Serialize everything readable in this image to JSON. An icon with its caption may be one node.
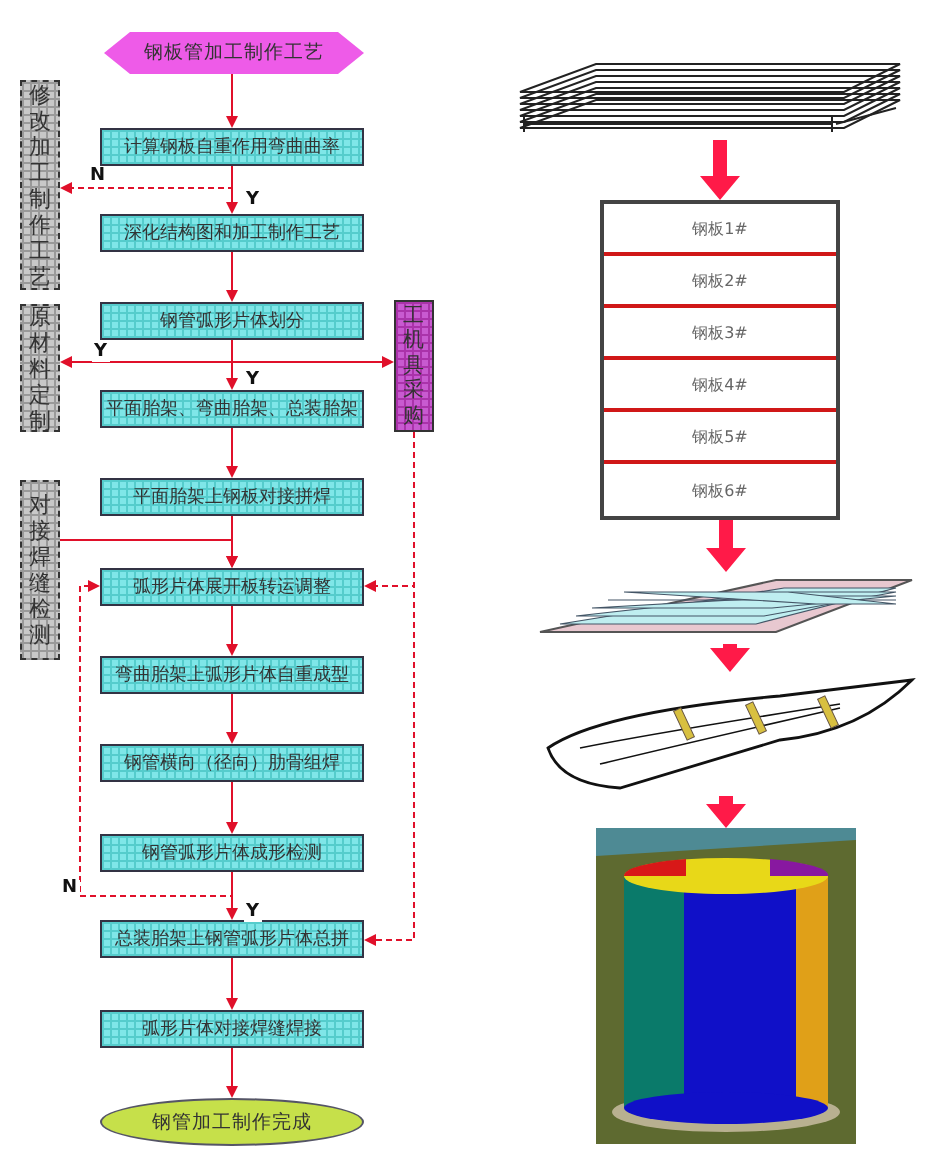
{
  "diagram": {
    "nodes": [
      {
        "text": [
          "钢板管加工制作工艺"
        ]
      },
      {
        "text": [
          "计算钢板自重作用弯曲曲率"
        ]
      },
      {
        "text": [
          "修改加工制作工艺"
        ]
      },
      {
        "text": [
          "深化结构图和加工制作工艺"
        ]
      },
      {
        "text": [
          "钢管弧形片体划分"
        ]
      },
      {
        "text": [
          "原材料定制"
        ]
      },
      {
        "text": [
          "工机具采购"
        ]
      },
      {
        "text": [
          "平面胎架、弯曲胎架、总装胎架"
        ]
      },
      {
        "text": [
          "平面胎架上钢板对接拼焊"
        ]
      },
      {
        "text": [
          "对接焊缝检测"
        ]
      },
      {
        "text": [
          "弧形片体展开板转运调整"
        ]
      },
      {
        "text": [
          "弯曲胎架上弧形片体自重成型"
        ]
      },
      {
        "text": [
          "钢管横向（径向）肋骨组焊"
        ]
      },
      {
        "text": [
          "钢管弧形片体成形检测"
        ]
      },
      {
        "text": [
          "总装胎架上钢管弧形片体总拼"
        ]
      },
      {
        "text": [
          "弧形片体对接焊缝焊接"
        ]
      },
      {
        "text": [
          "钢管加工制作完成"
        ]
      },
      {
        "text": [],
        "shape": "picture"
      },
      {
        "text": [],
        "shape": "box"
      },
      {
        "text": [
          "钢板1#"
        ],
        "in": 18
      },
      {
        "text": [
          "钢板2#"
        ],
        "in": 18
      },
      {
        "text": [
          "钢板3#"
        ],
        "in": 18
      },
      {
        "text": [
          "钢板4#"
        ],
        "in": 18
      },
      {
        "text": [
          "钢板5#"
        ],
        "in": 18
      },
      {
        "text": [
          "钢板6#"
        ],
        "in": 18
      },
      {
        "text": [],
        "shape": "picture"
      },
      {
        "text": [],
        "shape": "picture"
      },
      {
        "text": [],
        "shape": "picture"
      }
    ],
    "edges": [
      {
        "from": 0,
        "to": 1,
        "arrow": "to"
      },
      {
        "from": 1,
        "to": 2,
        "arrow": "to",
        "label": "N",
        "style": "dashed"
      },
      {
        "from": 1,
        "to": 3,
        "arrow": "to",
        "label": "Y"
      },
      {
        "from": 3,
        "to": 4,
        "arrow": "to"
      },
      {
        "from": 4,
        "to": 5,
        "arrow": "to",
        "label": "Y"
      },
      {
        "from": 4,
        "to": 6,
        "arrow": "to"
      },
      {
        "from": 4,
        "to": 7,
        "arrow": "to",
        "label": "Y"
      },
      {
        "from": 7,
        "to": 8,
        "arrow": "to"
      },
      {
        "from": 8,
        "to": 10,
        "arrow": "to"
      },
      {
        "from": 9,
        "to": 10,
        "arrow": "to"
      },
      {
        "from": 6,
        "to": 10,
        "arrow": "to",
        "style": "dashed"
      },
      {
        "from": 6,
        "to": 14,
        "arrow": "to",
        "style": "dashed"
      },
      {
        "from": 10,
        "to": 11,
        "arrow": "to"
      },
      {
        "from": 11,
        "to": 12,
        "arrow": "to"
      },
      {
        "from": 12,
        "to": 13,
        "arrow": "to"
      },
      {
        "from": 13,
        "to": 10,
        "arrow": "to",
        "label": "N",
        "style": "dashed"
      },
      {
        "from": 13,
        "to": 14,
        "arrow": "to",
        "label": "Y"
      },
      {
        "from": 14,
        "to": 15,
        "arrow": "to"
      },
      {
        "from": 15,
        "to": 16,
        "arrow": "to"
      },
      {
        "from": 17,
        "to": 18,
        "arrow": "to",
        "style": "thick"
      },
      {
        "from": 18,
        "to": 25,
        "arrow": "to",
        "style": "thick"
      },
      {
        "from": 25,
        "to": 26,
        "arrow": "to",
        "style": "thick"
      },
      {
        "from": 26,
        "to": 27,
        "arrow": "to",
        "style": "thick"
      }
    ]
  }
}
